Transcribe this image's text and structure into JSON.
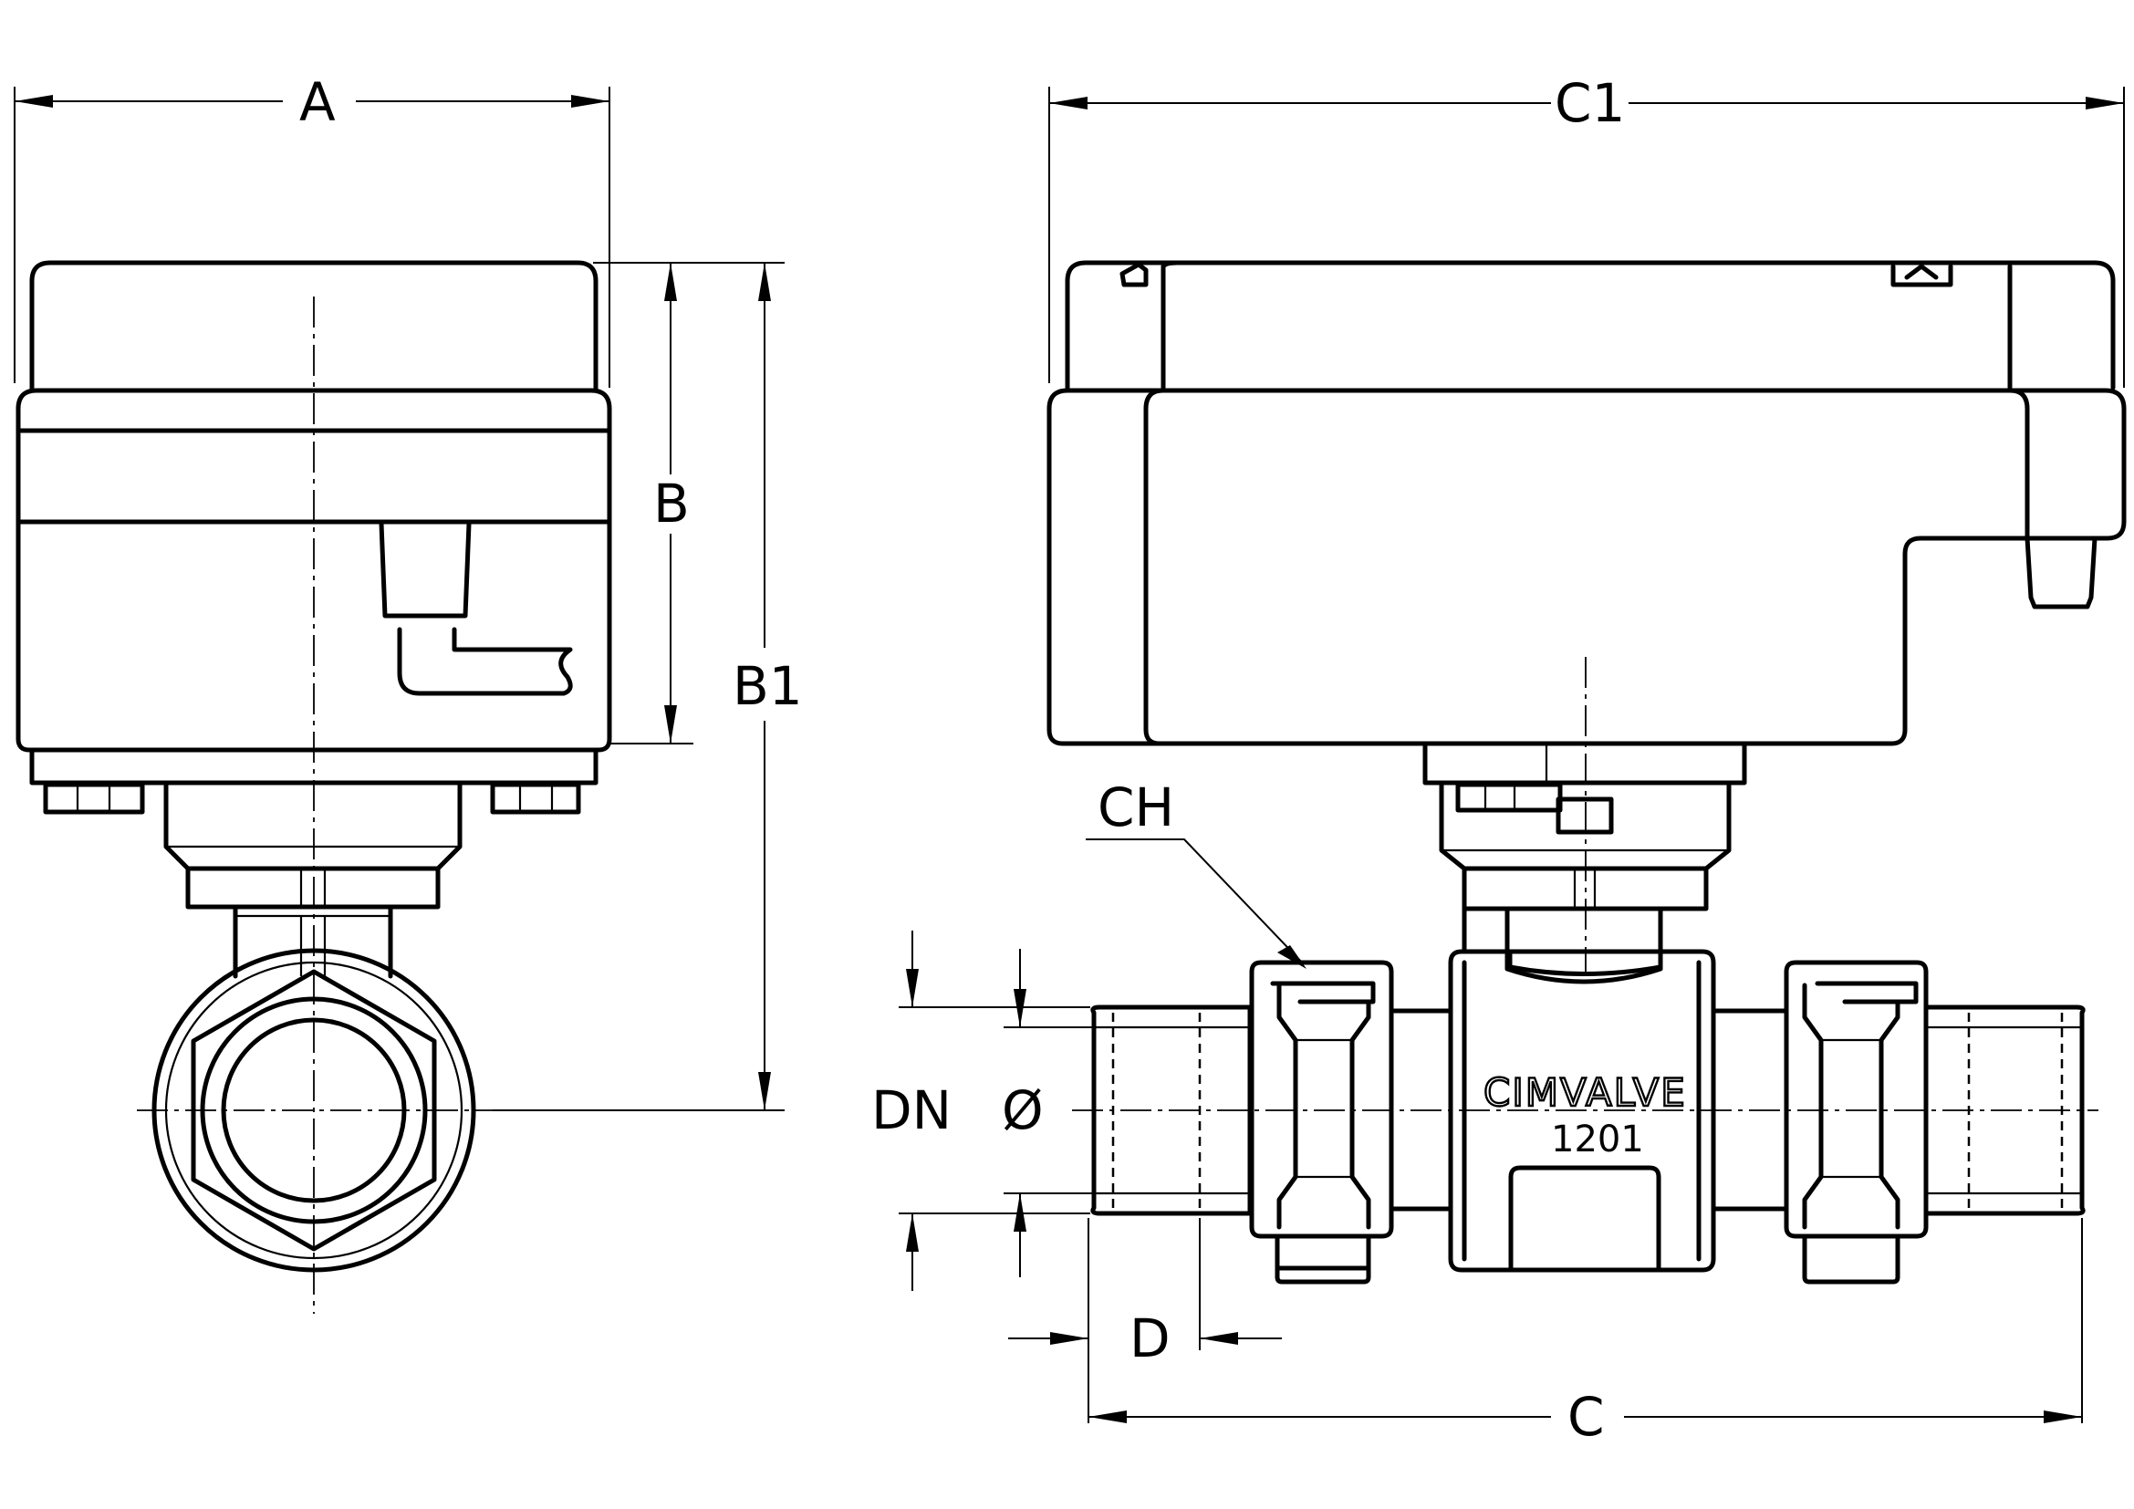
{
  "dimensions": {
    "a": "A",
    "b": "B",
    "b1": "B1",
    "c": "C",
    "c1": "C1",
    "ch": "CH",
    "d": "D",
    "dn": "DN",
    "phi": "Ø"
  },
  "marking": {
    "brand": "CIMVALVE",
    "model": "1201"
  }
}
